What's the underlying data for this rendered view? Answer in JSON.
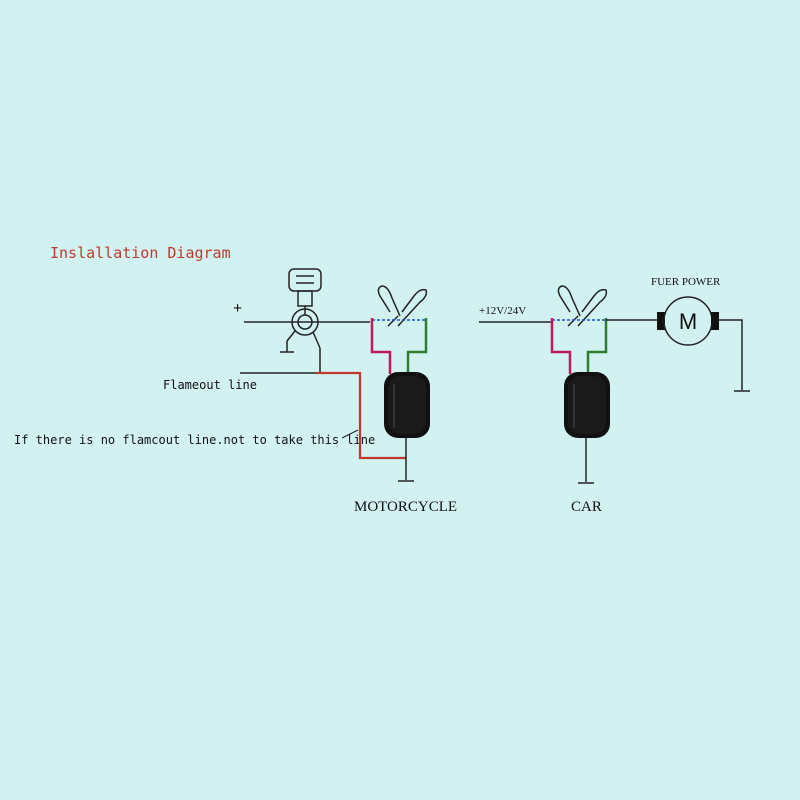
{
  "title": "Inslallation Diagram",
  "labels": {
    "flameout": "Flameout line",
    "no_flameout_note": "If there is no flamcout line.not to take this line",
    "motorcycle": "MOTORCYCLE",
    "car": "CAR",
    "voltage": "+12V/24V",
    "fuel_power": "FUER POWER",
    "plus": "+",
    "motor_symbol": "M"
  },
  "colors": {
    "background": "#d2f2f2",
    "title": "#c0392b",
    "red_wire": "#c0392b",
    "magenta_wire": "#c2185b",
    "green_wire": "#2e7d32",
    "blue_wire": "#1e4fd1",
    "line": "#222222",
    "relay_body": "#111111"
  },
  "icons": [
    "ignition-key-icon",
    "antenna-icon",
    "relay-coil-icon",
    "motor-icon",
    "ground-symbol-icon"
  ]
}
